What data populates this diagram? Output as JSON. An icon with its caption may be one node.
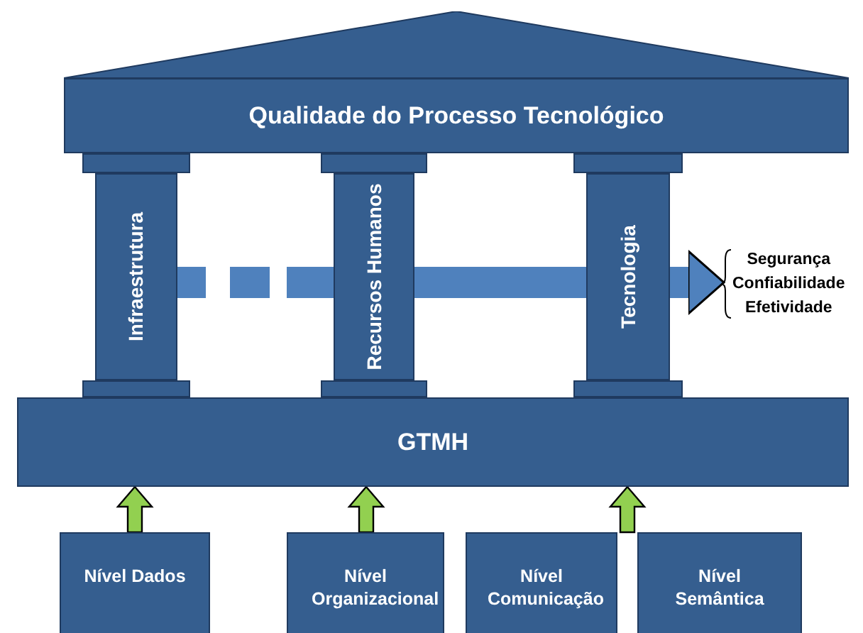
{
  "diagram": {
    "nodes": [
      {
        "text": [],
        "shape": "triangle"
      },
      {
        "text": [
          "Qualidade do Processo Tecnológico"
        ]
      },
      {
        "text": [
          "Infraestrutura"
        ]
      },
      {
        "text": [
          "Recursos Humanos"
        ]
      },
      {
        "text": [
          "Tecnologia"
        ]
      },
      {
        "text": [
          "Segurança",
          "Confiabilidade",
          "Efetividade"
        ]
      },
      {
        "text": [
          "GTMH"
        ]
      },
      {
        "text": [
          "Nível Dados"
        ]
      },
      {
        "text": [
          "Nível Organizacional"
        ]
      },
      {
        "text": [
          "Nível Comunicação"
        ]
      },
      {
        "text": [
          "Nível Semântica"
        ]
      },
      {
        "text": [],
        "shape": "box"
      },
      {
        "text": [],
        "shape": "box"
      },
      {
        "text": [],
        "shape": "box"
      },
      {
        "text": [],
        "shape": "box"
      },
      {
        "text": [],
        "shape": "box"
      },
      {
        "text": [],
        "shape": "box"
      }
    ],
    "edges": [
      {
        "from": 2,
        "to": 3,
        "arrow": "none",
        "style": "dashed"
      },
      {
        "from": 3,
        "to": 4,
        "arrow": "none"
      },
      {
        "from": 4,
        "to": 5,
        "arrow": "to"
      },
      {
        "from": 7,
        "to": 6,
        "arrow": "to",
        "color": "#92d050"
      },
      {
        "from": 8,
        "to": 6,
        "arrow": "to",
        "color": "#92d050"
      },
      {
        "from": null,
        "to": 6,
        "arrow": "to",
        "color": "#92d050"
      }
    ]
  }
}
